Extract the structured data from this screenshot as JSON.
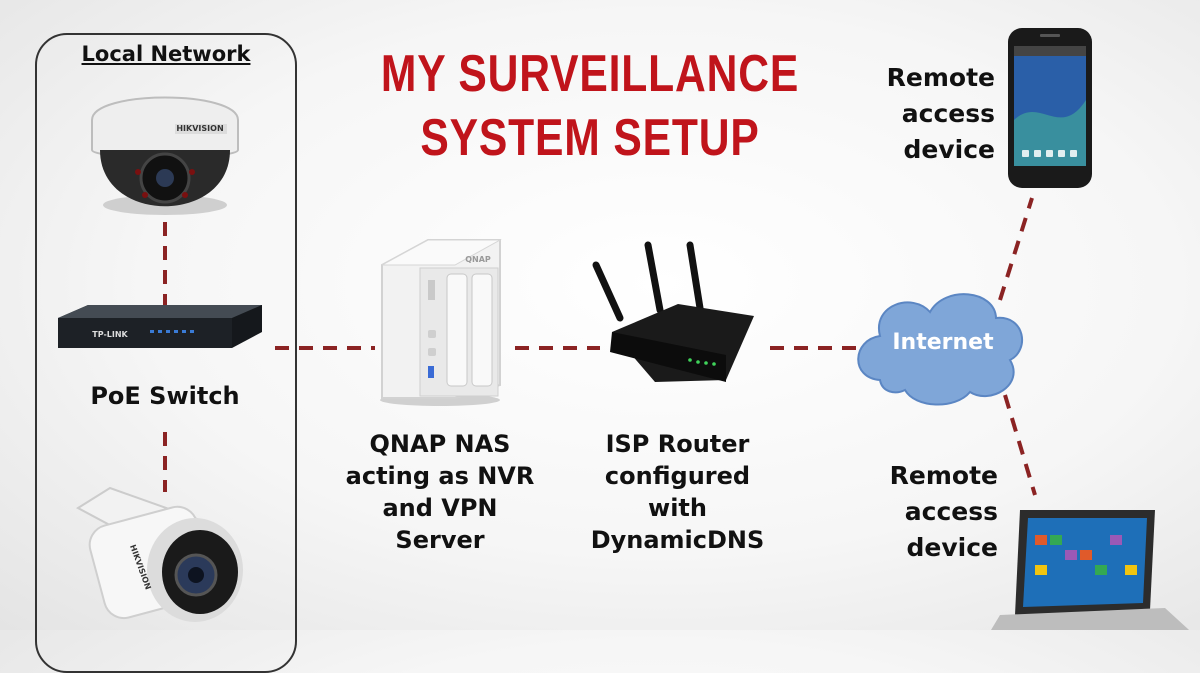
{
  "title_line1": "MY SURVEILLANCE",
  "title_line2": "SYSTEM SETUP",
  "local_network_label": "Local Network",
  "poe_switch_label": "PoE Switch",
  "nas_label": [
    "QNAP NAS",
    "acting as NVR",
    "and VPN",
    "Server"
  ],
  "router_label": [
    "ISP Router",
    "configured",
    "with",
    "DynamicDNS"
  ],
  "internet_label": "Internet",
  "remote_top_label": [
    "Remote",
    "access",
    "device"
  ],
  "remote_bottom_label": [
    "Remote",
    "access",
    "device"
  ],
  "camera_brand": "HIKVISION",
  "switch_brand": "TP-LINK",
  "nas_brand": "QNAP",
  "colors": {
    "title_red": "#c0141b",
    "wire_red": "#8b2323",
    "cloud_blue": "#7fa6d8",
    "cloud_border": "#5b86c3"
  }
}
